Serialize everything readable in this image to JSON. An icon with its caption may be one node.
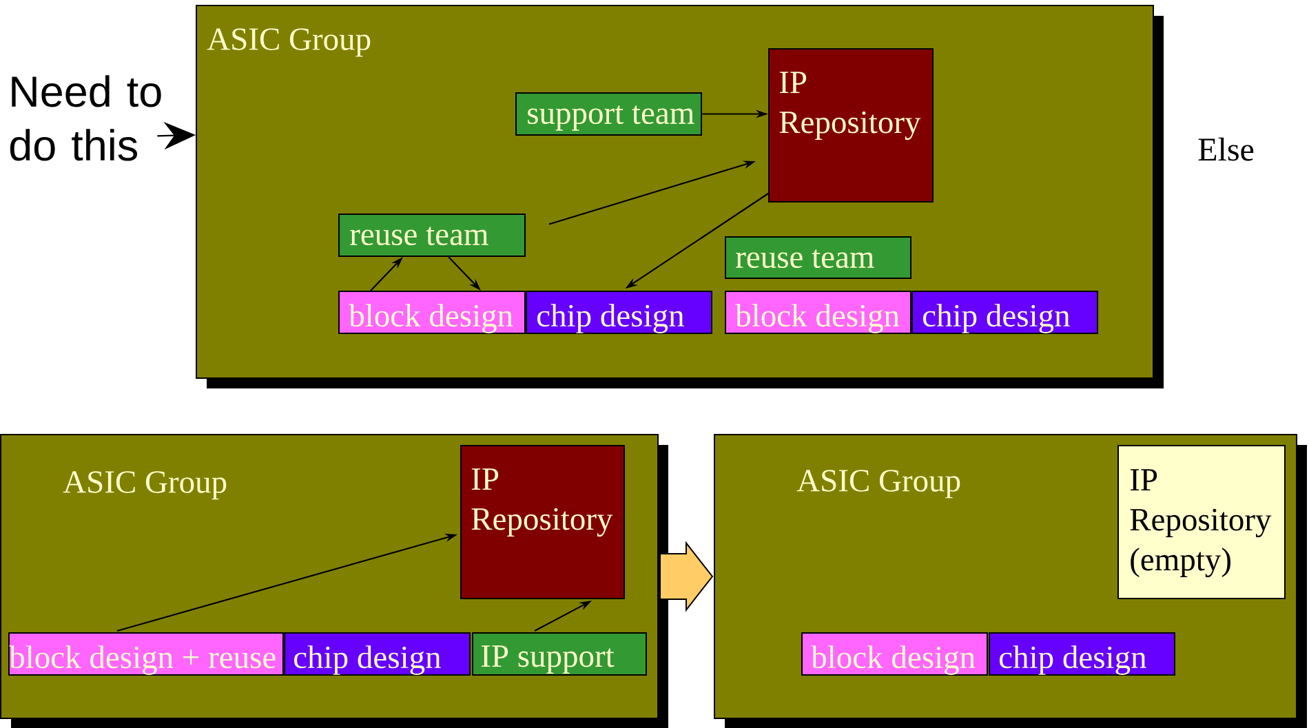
{
  "diagram": {
    "nodes": [
      {
        "text": [
          "Need to do this"
        ]
      },
      {
        "text": [
          "ASIC Group"
        ]
      },
      {
        "text": [
          "support team"
        ],
        "in": 1
      },
      {
        "text": [
          "IP Repository"
        ],
        "in": 1
      },
      {
        "text": [
          "reuse team"
        ],
        "in": 1
      },
      {
        "text": [
          "block design"
        ],
        "in": 1
      },
      {
        "text": [
          "chip design"
        ],
        "in": 1
      },
      {
        "text": [
          "reuse team"
        ],
        "in": 1
      },
      {
        "text": [
          "block design"
        ],
        "in": 1
      },
      {
        "text": [
          "chip design"
        ],
        "in": 1
      },
      {
        "text": [
          "ASIC Group"
        ]
      },
      {
        "text": [
          "IP Repository"
        ],
        "in": 10
      },
      {
        "text": [
          "block design + reuse"
        ],
        "in": 10
      },
      {
        "text": [
          "chip design"
        ],
        "in": 10
      },
      {
        "text": [
          "IP support"
        ],
        "in": 10
      },
      {
        "text": [
          "ASIC Group"
        ]
      },
      {
        "text": [
          "IP Repository (empty)"
        ],
        "in": 15
      },
      {
        "text": [
          "block design"
        ],
        "in": 15
      },
      {
        "text": [
          "chip design"
        ],
        "in": 15
      }
    ],
    "edges": [
      {
        "from": 0,
        "to": 1,
        "arrow": "to"
      },
      {
        "from": 2,
        "to": 3,
        "arrow": "to"
      },
      {
        "from": 4,
        "to": 3,
        "arrow": "to"
      },
      {
        "from": 3,
        "to": 6,
        "arrow": "to"
      },
      {
        "from": 5,
        "to": 4,
        "arrow": "to"
      },
      {
        "from": 4,
        "to": 5,
        "arrow": "to"
      },
      {
        "from": 12,
        "to": 11,
        "arrow": "to"
      },
      {
        "from": 14,
        "to": 11,
        "arrow": "to"
      },
      {
        "from": 10,
        "to": 15,
        "arrow": "to",
        "style": "thick",
        "color": "#ffcc66"
      }
    ],
    "labels": [
      "Else"
    ]
  }
}
